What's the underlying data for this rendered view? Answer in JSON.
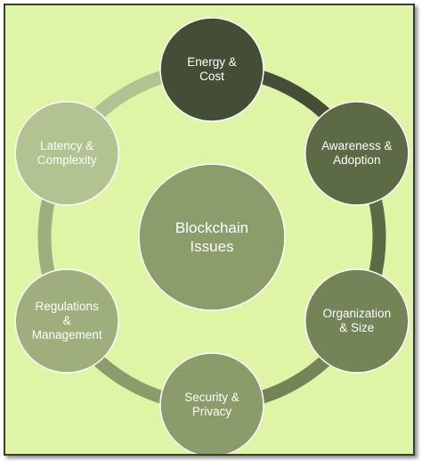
{
  "center": {
    "label": "Blockchain\nIssues",
    "color": "#8a9d6a"
  },
  "nodes": [
    {
      "id": "energy-cost",
      "label": "Energy &\nCost",
      "color": "#444e36"
    },
    {
      "id": "awareness-adoption",
      "label": "Awareness &\nAdoption",
      "color": "#5c6b45"
    },
    {
      "id": "organization-size",
      "label": "Organization\n& Size",
      "color": "#738456"
    },
    {
      "id": "security-privacy",
      "label": "Security &\nPrivacy",
      "color": "#8b9c6b"
    },
    {
      "id": "regulations-management",
      "label": "Regulations\n&\nManagement",
      "color": "#9eaf7d"
    },
    {
      "id": "latency-complexity",
      "label": "Latency &\nComplexity",
      "color": "#b1c390"
    }
  ],
  "colors": {
    "background": "#dff5a6",
    "border": "#3a3a3a"
  }
}
